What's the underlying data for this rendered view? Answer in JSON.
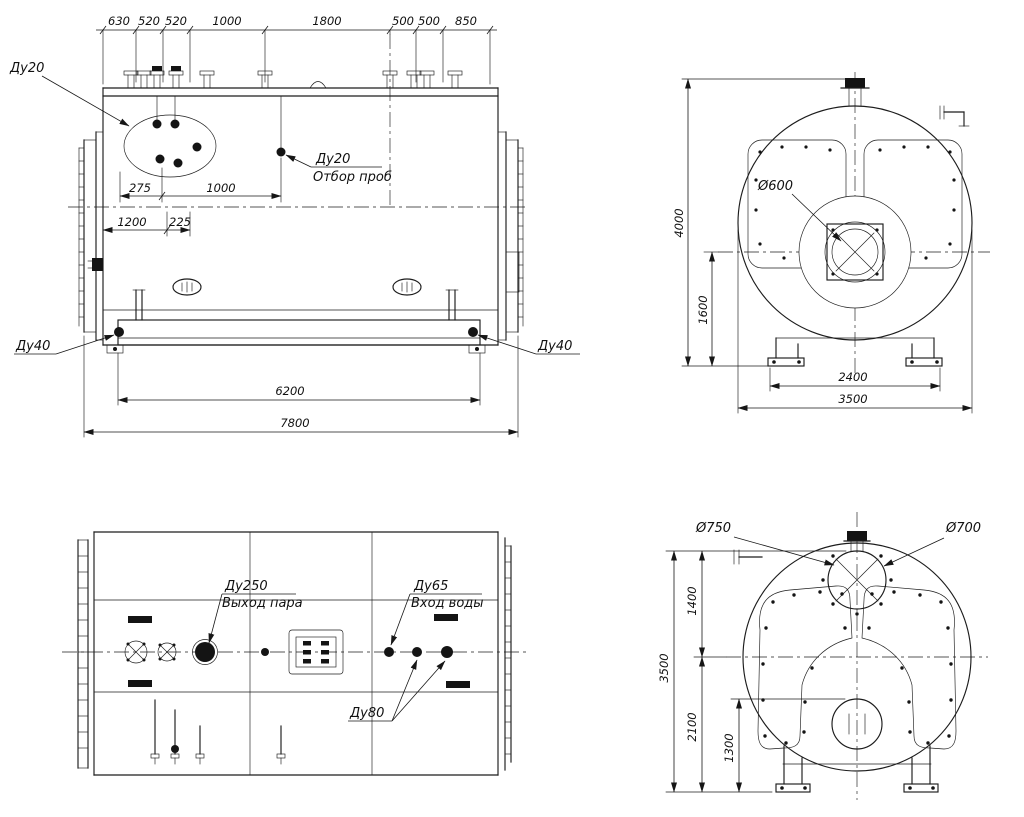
{
  "side_view": {
    "chain_dims": [
      "630",
      "520",
      "520",
      "1000",
      "1800",
      "500",
      "500",
      "850"
    ],
    "dim_275": "275",
    "dim_1000": "1000",
    "dim_1200": "1200",
    "dim_225": "225",
    "dim_6200": "6200",
    "dim_7800": "7800",
    "du20": "Ду20",
    "du20_sample": "Ду20",
    "sample_note": "Отбор проб",
    "du40_left": "Ду40",
    "du40_right": "Ду40"
  },
  "front_view": {
    "dim_4000": "4000",
    "dim_1600": "1600",
    "dim_2400": "2400",
    "dim_3500": "3500",
    "d600": "Ø600"
  },
  "plan_view": {
    "du250": "Ду250",
    "steam_out": "Выход пара",
    "du65": "Ду65",
    "water_in": "Вход воды",
    "du80": "Ду80"
  },
  "rear_view": {
    "d750": "Ø750",
    "d700": "Ø700",
    "dim_1400": "1400",
    "dim_3500": "3500",
    "dim_2100": "2100",
    "dim_1300": "1300"
  }
}
